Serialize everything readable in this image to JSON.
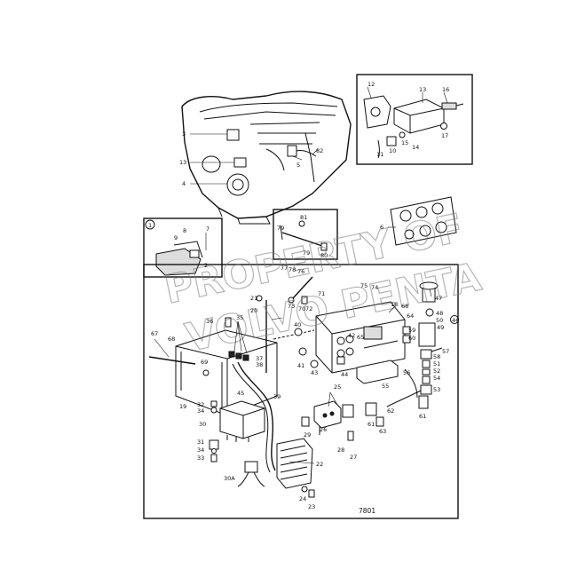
{
  "watermark": {
    "line1": "PROPERTY OF",
    "line2": "VOLVO PENTA"
  },
  "figure_number": "7801",
  "callouts": [
    {
      "id": "c12",
      "text": "12"
    },
    {
      "id": "c13a",
      "text": "13"
    },
    {
      "id": "c16",
      "text": "16"
    },
    {
      "id": "c15",
      "text": "15"
    },
    {
      "id": "c14",
      "text": "14"
    },
    {
      "id": "c17",
      "text": "17"
    },
    {
      "id": "c10",
      "text": "10"
    },
    {
      "id": "c11",
      "text": "11"
    },
    {
      "id": "c3",
      "text": "3"
    },
    {
      "id": "c13b",
      "text": "13"
    },
    {
      "id": "c4",
      "text": "4"
    },
    {
      "id": "c5",
      "text": "5"
    },
    {
      "id": "c82",
      "text": "82"
    },
    {
      "id": "c6",
      "text": "6"
    },
    {
      "id": "c1",
      "text": "1"
    },
    {
      "id": "c8",
      "text": "8"
    },
    {
      "id": "c9",
      "text": "9"
    },
    {
      "id": "c7",
      "text": "7"
    },
    {
      "id": "c2",
      "text": "2"
    },
    {
      "id": "c81",
      "text": "81"
    },
    {
      "id": "c79a",
      "text": "79"
    },
    {
      "id": "c79b",
      "text": "79"
    },
    {
      "id": "c80",
      "text": "80"
    },
    {
      "id": "c77",
      "text": "77"
    },
    {
      "id": "c78",
      "text": "78"
    },
    {
      "id": "c76",
      "text": "76"
    },
    {
      "id": "c75",
      "text": "75"
    },
    {
      "id": "c74",
      "text": "74"
    },
    {
      "id": "c47",
      "text": "47"
    },
    {
      "id": "c21",
      "text": "21"
    },
    {
      "id": "c71",
      "text": "71"
    },
    {
      "id": "c72",
      "text": "72"
    },
    {
      "id": "c73",
      "text": "73"
    },
    {
      "id": "c70",
      "text": "70"
    },
    {
      "id": "c18",
      "text": "18"
    },
    {
      "id": "c20",
      "text": "20"
    },
    {
      "id": "c68",
      "text": "68"
    },
    {
      "id": "c48",
      "text": "48"
    },
    {
      "id": "c36",
      "text": "36"
    },
    {
      "id": "c35a",
      "text": "35"
    },
    {
      "id": "c64",
      "text": "64"
    },
    {
      "id": "c50",
      "text": "50"
    },
    {
      "id": "c46",
      "text": "46"
    },
    {
      "id": "c40",
      "text": "40"
    },
    {
      "id": "c42",
      "text": "42"
    },
    {
      "id": "c65",
      "text": "65"
    },
    {
      "id": "c59",
      "text": "59"
    },
    {
      "id": "c60",
      "text": "60"
    },
    {
      "id": "c49",
      "text": "49"
    },
    {
      "id": "c67",
      "text": "67"
    },
    {
      "id": "c58",
      "text": "58"
    },
    {
      "id": "c57",
      "text": "57"
    },
    {
      "id": "c37",
      "text": "37"
    },
    {
      "id": "c38",
      "text": "38"
    },
    {
      "id": "c69",
      "text": "69"
    },
    {
      "id": "c41",
      "text": "41"
    },
    {
      "id": "c43",
      "text": "43"
    },
    {
      "id": "c44",
      "text": "44"
    },
    {
      "id": "c56",
      "text": "56"
    },
    {
      "id": "c51",
      "text": "51"
    },
    {
      "id": "c52",
      "text": "52"
    },
    {
      "id": "c54",
      "text": "54"
    },
    {
      "id": "c55",
      "text": "55"
    },
    {
      "id": "c53",
      "text": "53"
    },
    {
      "id": "c39",
      "text": "39"
    },
    {
      "id": "c25",
      "text": "25"
    },
    {
      "id": "c45",
      "text": "45"
    },
    {
      "id": "c19",
      "text": "19"
    },
    {
      "id": "c32",
      "text": "32"
    },
    {
      "id": "c34a",
      "text": "34"
    },
    {
      "id": "c62",
      "text": "62"
    },
    {
      "id": "c61a",
      "text": "61"
    },
    {
      "id": "c61b",
      "text": "61"
    },
    {
      "id": "c63",
      "text": "63"
    },
    {
      "id": "c26",
      "text": "26"
    },
    {
      "id": "c29",
      "text": "29"
    },
    {
      "id": "c30",
      "text": "30"
    },
    {
      "id": "c28",
      "text": "28"
    },
    {
      "id": "c27",
      "text": "27"
    },
    {
      "id": "c31",
      "text": "31"
    },
    {
      "id": "c34b",
      "text": "34"
    },
    {
      "id": "c33",
      "text": "33"
    },
    {
      "id": "c22",
      "text": "22"
    },
    {
      "id": "c30A",
      "text": "30A"
    },
    {
      "id": "c24",
      "text": "24"
    },
    {
      "id": "c23",
      "text": "23"
    }
  ]
}
